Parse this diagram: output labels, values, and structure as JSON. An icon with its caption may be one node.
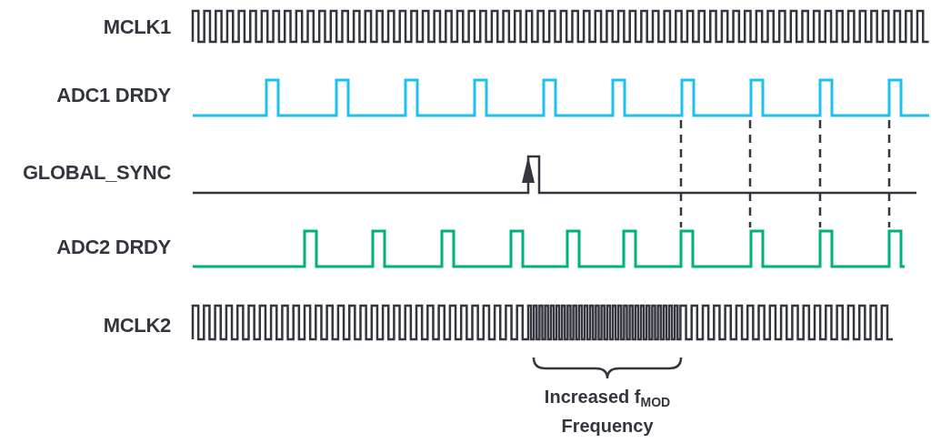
{
  "diagram": {
    "labels": [
      "MCLK1",
      "ADC1 DRDY",
      "GLOBAL_SYNC",
      "ADC2 DRDY",
      "MCLK2",
      "Increased f$_{MOD}$ Frequency"
    ]
  }
}
